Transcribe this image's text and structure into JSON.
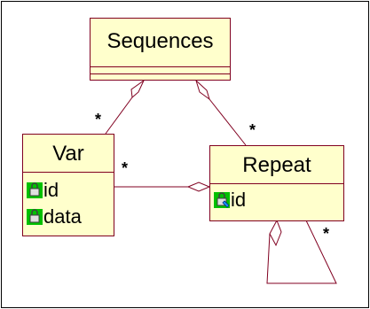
{
  "classes": {
    "sequences": {
      "name": "Sequences"
    },
    "var": {
      "name": "Var",
      "attributes": [
        "id",
        "data"
      ]
    },
    "repeat": {
      "name": "Repeat",
      "attributes": [
        "id"
      ]
    }
  },
  "multiplicities": {
    "sequences_var": "*",
    "sequences_repeat": "*",
    "var_repeat": "*",
    "repeat_self": "*"
  },
  "attribute_icon": "key-lock-icon",
  "colors": {
    "class_fill": "#ffffcc",
    "class_border": "#800020",
    "line": "#800020",
    "icon_green": "#00c000",
    "icon_blue": "#1e90ff"
  }
}
